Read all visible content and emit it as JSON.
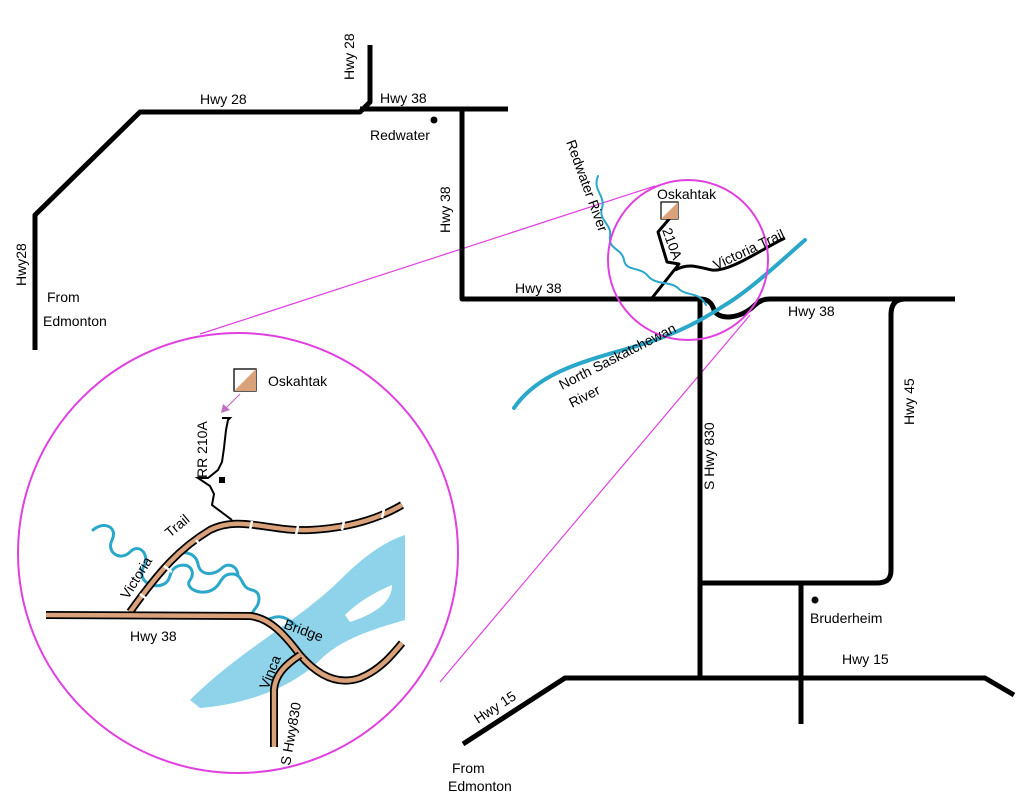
{
  "labels": {
    "hwy28_top": "Hwy 28",
    "hwy28_vertical": "Hwy 28",
    "hwy38_top": "Hwy 38",
    "redwater": "Redwater",
    "hwy38_vertical": "Hwy 38",
    "hwy28_left": "Hwy28",
    "from": "From",
    "edmonton": "Edmonton",
    "hwy38_mid": "Hwy 38",
    "oskahtak": "Oskahtak",
    "road_210a": "210A",
    "victoria_trail": "Victoria Trail",
    "redwater_river": "Redwater River",
    "hwy38_right": "Hwy 38",
    "north_saskatchewan": "North Saskatchewan",
    "river": "River",
    "s_hwy_830": "S Hwy 830",
    "hwy45": "Hwy 45",
    "bruderheim": "Bruderheim",
    "hwy15_right": "Hwy 15",
    "hwy15_left": "Hwy 15",
    "from_bottom": "From",
    "edmonton_bottom": "Edmonton"
  },
  "inset": {
    "oskahtak": "Oskahtak",
    "rr210a": "RR 210A",
    "victoria": "Victoria",
    "trail": "Trail",
    "hwy38": "Hwy 38",
    "bridge": "Bridge",
    "vinca": "Vinca",
    "s_hwy830": "S Hwy830"
  },
  "colors": {
    "road": "#000000",
    "river": "#2aa7c9",
    "inset_road": "#d9a27a",
    "zoom_circle": "#e040e0",
    "marker": "#d9a27a"
  },
  "icons": {
    "town": "filled-dot",
    "oskahtak": "half-filled-square"
  }
}
